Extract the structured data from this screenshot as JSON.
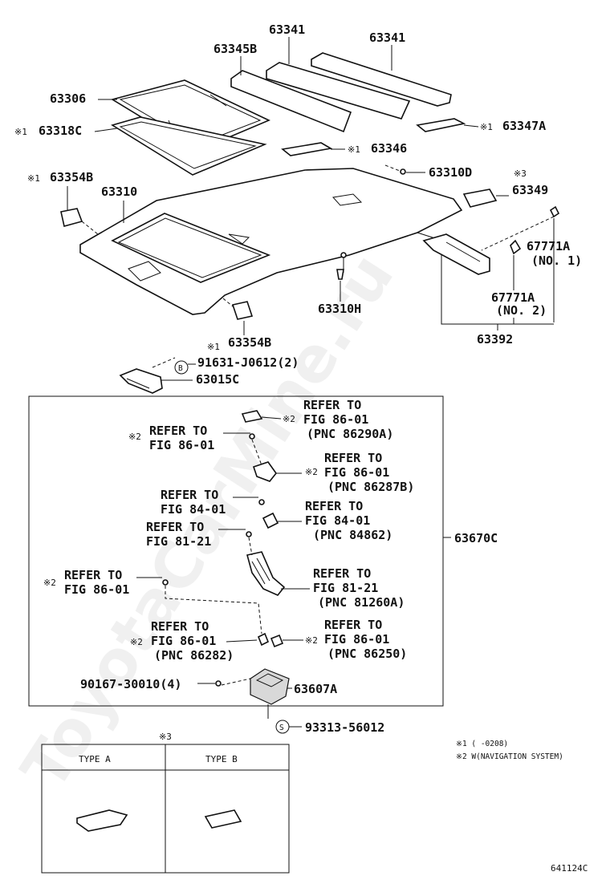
{
  "watermark": "ToyotaCarMine.ru",
  "figure_code": "641124C",
  "parts": {
    "p63341a": "63341",
    "p63341b": "63341",
    "p63345B": "63345B",
    "p63306": "63306",
    "p63318C": "63318C",
    "p63347A": "63347A",
    "p63346": "63346",
    "p63310D": "63310D",
    "p63349": "63349",
    "p63354B_top": "63354B",
    "p63310": "63310",
    "p67771A_1": "67771A",
    "p67771A_1_sub": "(NO. 1)",
    "p67771A_2": "67771A",
    "p67771A_2_sub": "(NO. 2)",
    "p63310H": "63310H",
    "p63392": "63392",
    "p63354B_bot": "63354B",
    "p91631": "91631-J0612(2)",
    "p63015C": "63015C",
    "p63670C": "63670C",
    "p90167": "90167-30010(4)",
    "p63607A": "63607A",
    "p93313": "93313-56012"
  },
  "markers": {
    "note1": "※1",
    "note2": "※2",
    "note3": "※3",
    "circle_b": "B",
    "circle_s": "S"
  },
  "refs": [
    {
      "l1": "REFER TO",
      "l2": "FIG 86-01",
      "l3": "(PNC 86290A)",
      "mark": "※2"
    },
    {
      "l1": "REFER TO",
      "l2": "FIG 86-01",
      "l3": "",
      "mark": "※2"
    },
    {
      "l1": "REFER TO",
      "l2": "FIG 86-01",
      "l3": "(PNC 86287B)",
      "mark": "※2"
    },
    {
      "l1": "REFER TO",
      "l2": "FIG 84-01",
      "l3": "",
      "mark": ""
    },
    {
      "l1": "REFER TO",
      "l2": "FIG 84-01",
      "l3": "(PNC 84862)",
      "mark": ""
    },
    {
      "l1": "REFER TO",
      "l2": "FIG 81-21",
      "l3": "",
      "mark": ""
    },
    {
      "l1": "REFER TO",
      "l2": "FIG 81-21",
      "l3": "(PNC 81260A)",
      "mark": ""
    },
    {
      "l1": "REFER TO",
      "l2": "FIG 86-01",
      "l3": "",
      "mark": "※2"
    },
    {
      "l1": "REFER TO",
      "l2": "FIG 86-01",
      "l3": "(PNC 86282)",
      "mark": "※2"
    },
    {
      "l1": "REFER TO",
      "l2": "FIG 86-01",
      "l3": "(PNC 86250)",
      "mark": "※2"
    }
  ],
  "legend": {
    "line1": "※1 (    -0208)",
    "line2": "※2 W(NAVIGATION SYSTEM)"
  },
  "type_table": {
    "marker": "※3",
    "type_a": "TYPE A",
    "type_b": "TYPE B"
  }
}
